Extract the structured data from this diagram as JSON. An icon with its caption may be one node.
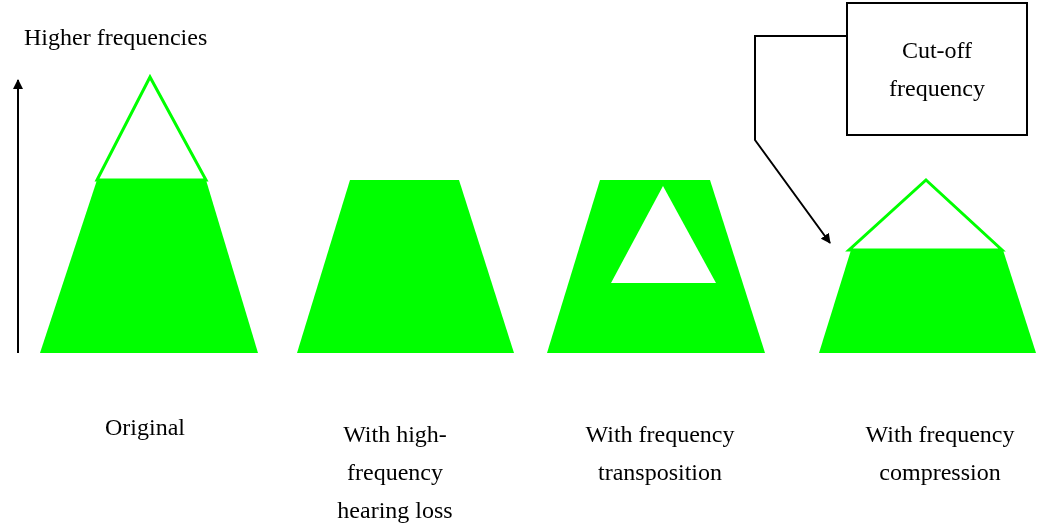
{
  "diagram": {
    "nodes": [
      {
        "text": [
          "Cut-off frequency"
        ]
      },
      {
        "text": [],
        "shape": "trapezoid"
      }
    ],
    "edges": [
      {
        "from": 0,
        "to": 1,
        "arrow": "to"
      }
    ],
    "labels": [
      "Higher frequencies",
      "Original",
      "With high-frequency hearing loss",
      "With frequency transposition",
      "With frequency compression"
    ]
  }
}
